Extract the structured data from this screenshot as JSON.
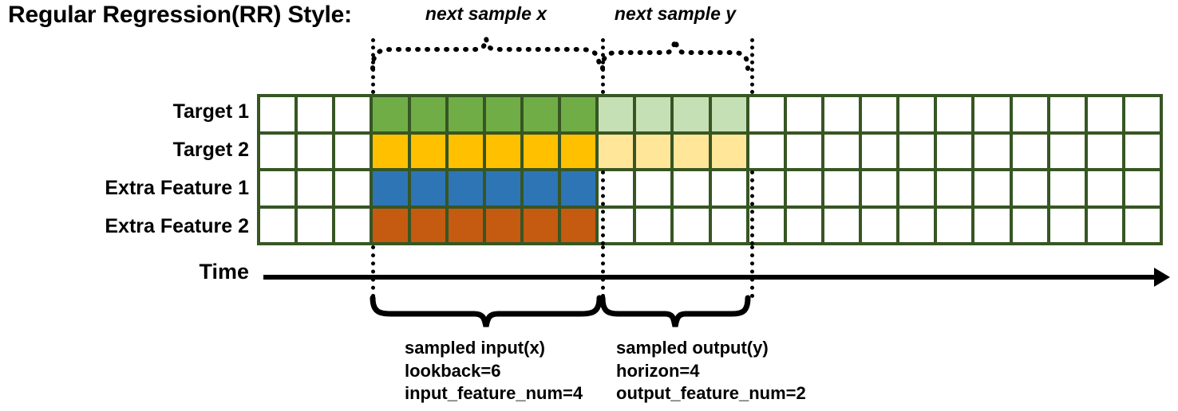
{
  "title": "Regular Regression(RR) Style:",
  "rows": [
    {
      "label": "Target 1",
      "name": "target-1"
    },
    {
      "label": "Target 2",
      "name": "target-2"
    },
    {
      "label": "Extra Feature 1",
      "name": "extra-feature-1"
    },
    {
      "label": "Extra Feature 2",
      "name": "extra-feature-2"
    }
  ],
  "time_axis": {
    "label": "Time"
  },
  "grid": {
    "columns": 24,
    "rows": 4,
    "border_color": "#375623",
    "empty_color": "#ffffff",
    "input_start_col": 4,
    "input_end_col": 9,
    "output_start_col": 10,
    "output_end_col": 13,
    "row_colors": [
      {
        "strong": "#70AD47",
        "light": "#C5E0B4"
      },
      {
        "strong": "#FFC000",
        "light": "#FFE699"
      },
      {
        "strong": "#2E75B6",
        "light": "#ffffff"
      },
      {
        "strong": "#C55A11",
        "light": "#ffffff"
      }
    ]
  },
  "top_annotations": [
    {
      "label": "next sample x",
      "name": "next-sample-x"
    },
    {
      "label": "next sample y",
      "name": "next-sample-y"
    }
  ],
  "bottom_annotations": [
    {
      "name": "sampled-input",
      "lines": [
        "sampled input(x)",
        "lookback=6",
        "input_feature_num=4"
      ]
    },
    {
      "name": "sampled-output",
      "lines": [
        "sampled output(y)",
        "horizon=4",
        "output_feature_num=2"
      ]
    }
  ],
  "colors": {
    "border_green": "#375623",
    "target1_strong": "#70AD47",
    "target1_light": "#C5E0B4",
    "target2_strong": "#FFC000",
    "target2_light": "#FFE699",
    "feature1": "#2E75B6",
    "feature2": "#C55A11",
    "line_black": "#000000"
  }
}
